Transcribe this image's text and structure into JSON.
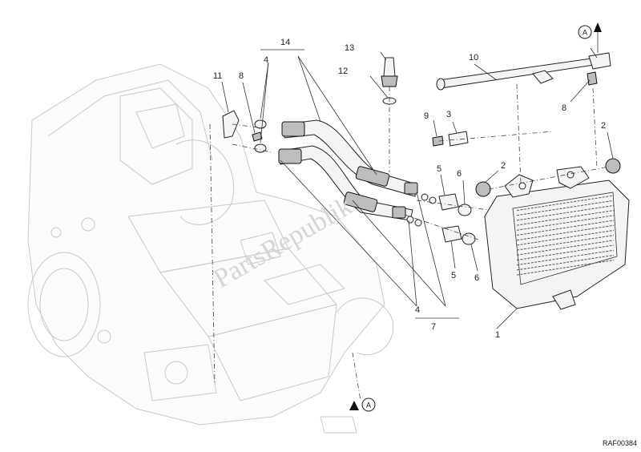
{
  "callouts": {
    "n1": "1",
    "n2a": "2",
    "n2b": "2",
    "n3": "3",
    "n4a": "4",
    "n4b": "4",
    "n5a": "5",
    "n5b": "5",
    "n6a": "6",
    "n6b": "6",
    "n7": "7",
    "n8a": "8",
    "n8b": "8",
    "n9": "9",
    "n10": "10",
    "n11": "11",
    "n12": "12",
    "n13": "13",
    "n14": "14"
  },
  "markers": {
    "a_top": "A",
    "a_bottom": "A"
  },
  "watermark": "PartsRepublik",
  "drawing_ref": "RAF00384"
}
